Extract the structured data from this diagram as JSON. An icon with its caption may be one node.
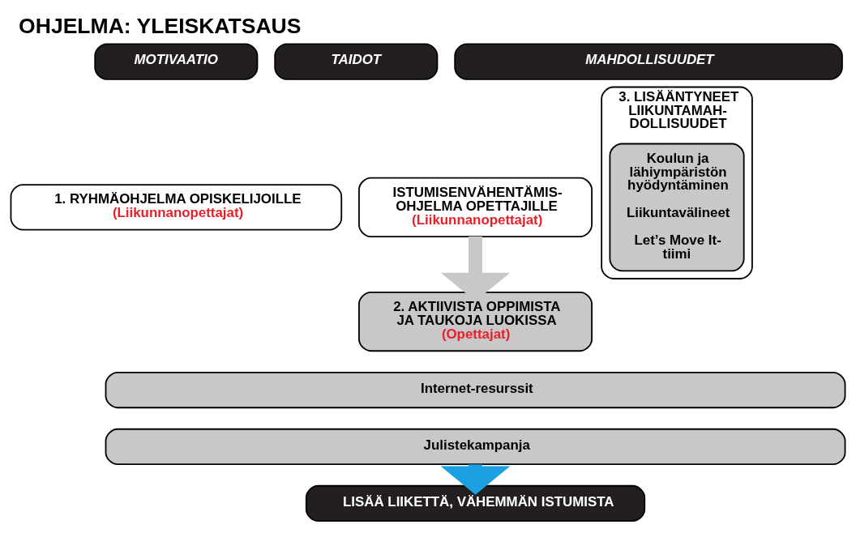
{
  "diagram": {
    "title": "OHJELMA: YLEISKATSAUS",
    "nodes": [
      {
        "text": [
          "MAHDOLLISUUDET"
        ]
      },
      {
        "text": [
          "MOTIVAATIO"
        ]
      },
      {
        "text": [
          "TAIDOT"
        ]
      },
      {
        "text": [
          "ISTUMISENVÄHENTÄMIS- OHJELMA OPETTAJILLE",
          "(Liikunnanopettajat)"
        ]
      },
      {
        "text": [
          "3. LISÄÄNTYNEET LIIKUNTAMAH- DOLLISUUDET"
        ]
      },
      {
        "text": [
          "Koulun ja lähiympäristön hyödyntäminen",
          "Liikuntavälineet",
          "Let’s Move It- tiimi"
        ],
        "in": 4
      },
      {
        "text": [
          "1. RYHMÄOHJELMA OPISKELIJOILLE",
          "(Liikunnanopettajat)"
        ]
      },
      {
        "text": [
          "2. AKTIIVISTA OPPIMISTA JA TAUKOJA LUOKISSA",
          "(Opettajat)"
        ]
      },
      {
        "text": [
          "Internet-resurssit"
        ]
      },
      {
        "text": [
          "Julistekampanja"
        ]
      },
      {
        "text": [
          "LISÄÄ LIIKETTÄ, VÄHEMMÄN ISTUMISTA"
        ]
      }
    ],
    "edges": [
      {
        "from": 3,
        "to": 7,
        "arrow": "to",
        "color": "#c8c8c8"
      },
      {
        "from": 9,
        "to": 10,
        "arrow": "to",
        "color": "#1ba1e2"
      }
    ]
  }
}
